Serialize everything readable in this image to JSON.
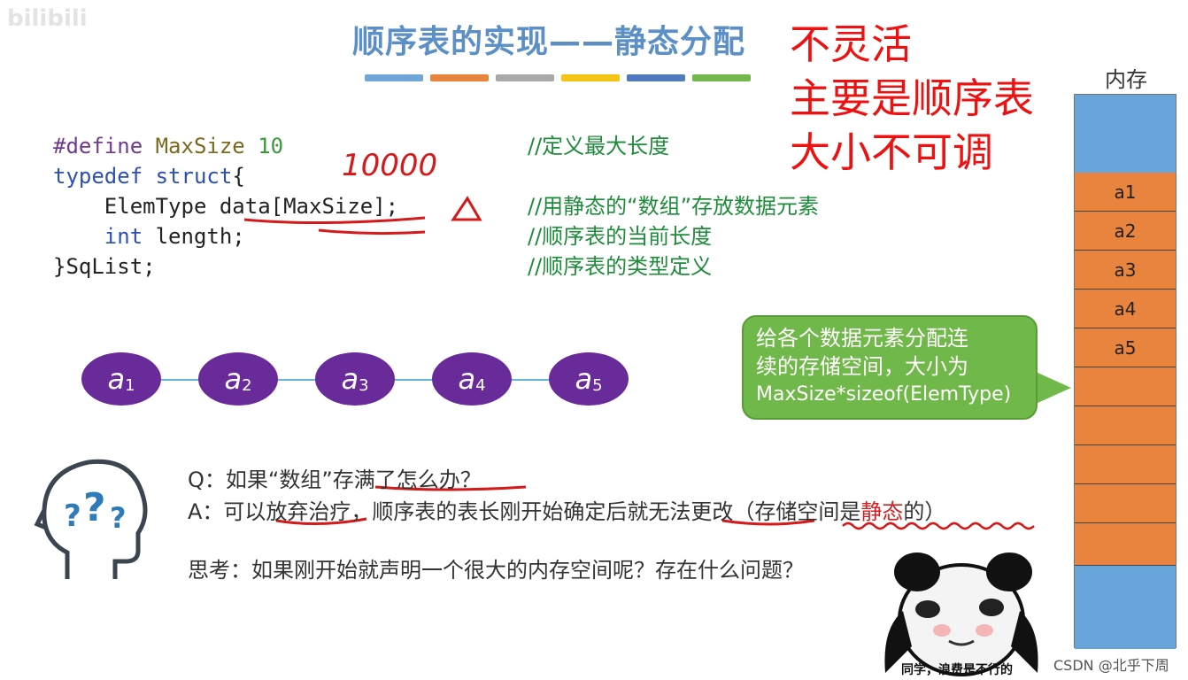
{
  "watermark": "bilibili",
  "title": "顺序表的实现——静态分配",
  "colorbars": [
    "#6fa8d8",
    "#e8843e",
    "#a9a9a9",
    "#f2c413",
    "#4f7cbf",
    "#72b84c"
  ],
  "handwritten_note": [
    "不灵活",
    "主要是顺序表",
    "大小不可调"
  ],
  "code": {
    "line1": {
      "pp": "#define",
      "name": "MaxSize",
      "value": "10"
    },
    "line2": {
      "kw1": "typedef",
      "kw2": "struct",
      "rest": "{"
    },
    "line3": {
      "type": "ElemType",
      "rest": "data[MaxSize];"
    },
    "line4": {
      "kw": "int",
      "rest": "length;"
    },
    "line5": "}SqList;"
  },
  "comments": [
    "//定义最大长度",
    "//用静态的“数组”存放数据元素",
    "//顺序表的当前长度",
    "//顺序表的类型定义"
  ],
  "annotations": {
    "handwritten_value": "10000",
    "triangle": "△"
  },
  "nodes": [
    {
      "base": "a",
      "sub": "1"
    },
    {
      "base": "a",
      "sub": "2"
    },
    {
      "base": "a",
      "sub": "3"
    },
    {
      "base": "a",
      "sub": "4"
    },
    {
      "base": "a",
      "sub": "5"
    }
  ],
  "memory": {
    "label": "内存",
    "cells": [
      "a1",
      "a2",
      "a3",
      "a4",
      "a5",
      "",
      "",
      "",
      "",
      ""
    ]
  },
  "callout": {
    "line1": "给各个数据元素分配连",
    "line2": "续的存储空间，大小为",
    "line3": "MaxSize*sizeof(ElemType)"
  },
  "qa": {
    "q": "Q：如果“数组”存满了怎么办？",
    "a_prefix": "A：可以放弃治疗，顺序表的表长刚开始确定后就无法更改（存储空间是",
    "a_red": "静态",
    "a_suffix": "的）",
    "think": "思考：如果刚开始就声明一个很大的内存空间呢？存在什么问题？"
  },
  "meme": {
    "caption": "同学，浪费是不行的"
  },
  "footer": "CSDN @北乎下周"
}
